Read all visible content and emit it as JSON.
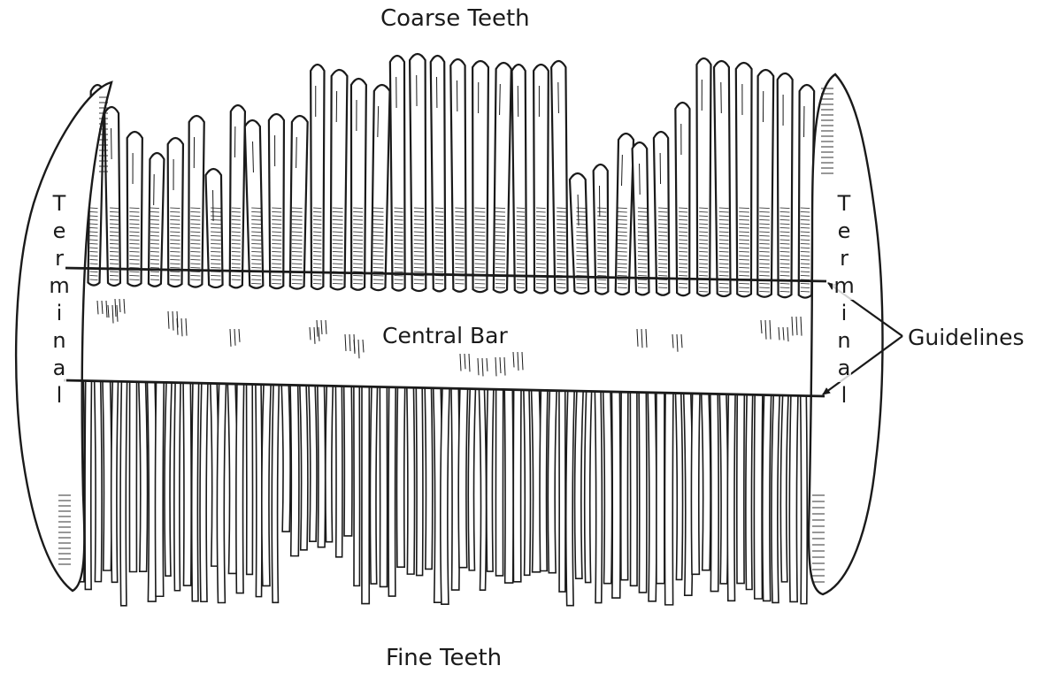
{
  "labels": {
    "top": "Coarse Teeth",
    "bottom": "Fine Teeth",
    "center": "Central Bar",
    "guidelines": "Guidelines",
    "terminal_left": [
      "T",
      "e",
      "r",
      "m",
      "i",
      "n",
      "a",
      "l"
    ],
    "terminal_right": [
      "T",
      "e",
      "r",
      "m",
      "i",
      "n",
      "a",
      "l"
    ]
  },
  "colors": {
    "ink": "#1a1a1a",
    "background": "#ffffff"
  }
}
